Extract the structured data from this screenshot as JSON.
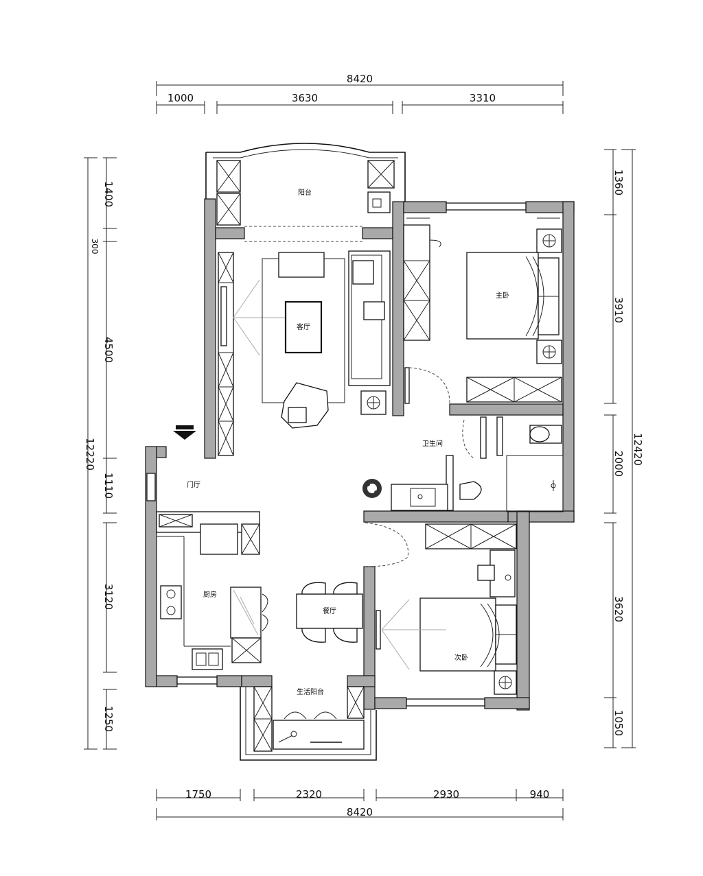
{
  "dimensions": {
    "top_total": "8420",
    "top_segments": [
      "1000",
      "3630",
      "3310"
    ],
    "bottom_total": "8420",
    "bottom_segments": [
      "1750",
      "2320",
      "2930",
      "940"
    ],
    "left_total": "12220",
    "left_segments": [
      "1400",
      "300",
      "4500",
      "1110",
      "3120",
      "1250"
    ],
    "right_total": "12420",
    "right_segments": [
      "1360",
      "3910",
      "2000",
      "3620",
      "1050"
    ]
  },
  "rooms": {
    "balcony_north": "阳台",
    "living_room": "客厅",
    "master_bedroom": "主卧",
    "bathroom": "卫生间",
    "entrance": "门厅",
    "kitchen": "厨房",
    "dining": "餐厅",
    "second_bedroom": "次卧",
    "balcony_south": "生活阳台"
  },
  "colors": {
    "wall": "#a9a9a9",
    "line": "#111111"
  }
}
